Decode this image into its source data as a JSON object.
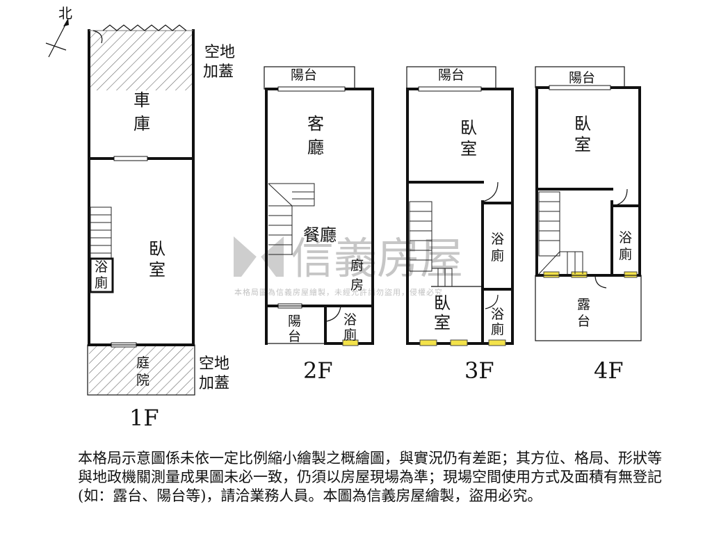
{
  "compass": {
    "north_label": "北"
  },
  "watermark": {
    "brand": "信義房屋",
    "subtext": "本格局圖為信義房屋繪製，未經允許請勿盜用，侵權必究"
  },
  "floor_1": {
    "floor_label": "1F",
    "garage_label_line1": "車",
    "garage_label_line2": "庫",
    "bedroom_label_line1": "臥",
    "bedroom_label_line2": "室",
    "bath_label_line1": "浴",
    "bath_label_line2": "廁",
    "courtyard_label_line1": "庭",
    "courtyard_label_line2": "院",
    "front_extension_line1": "空地",
    "front_extension_line2": "加蓋",
    "rear_extension_line1": "空地",
    "rear_extension_line2": "加蓋"
  },
  "floor_2": {
    "floor_label": "2F",
    "balcony_front": "陽台",
    "living_line1": "客",
    "living_line2": "廳",
    "dining": "餐廳",
    "kitchen_line1": "廚",
    "kitchen_line2": "房",
    "balcony_rear_line1": "陽",
    "balcony_rear_line2": "台",
    "bath_line1": "浴",
    "bath_line2": "廁"
  },
  "floor_3": {
    "floor_label": "3F",
    "balcony_front": "陽台",
    "bedroom_front_line1": "臥",
    "bedroom_front_line2": "室",
    "bath_upper_line1": "浴",
    "bath_upper_line2": "廁",
    "bedroom_rear_line1": "臥",
    "bedroom_rear_line2": "室",
    "bath_lower_line1": "浴",
    "bath_lower_line2": "廁"
  },
  "floor_4": {
    "floor_label": "4F",
    "balcony_front": "陽台",
    "bedroom_line1": "臥",
    "bedroom_line2": "室",
    "bath_line1": "浴",
    "bath_line2": "廁",
    "terrace_line1": "露",
    "terrace_line2": "台"
  },
  "disclaimer": "本格局示意圖係未依一定比例縮小繪製之概繪圖，與實況仍有差距；其方位、格局、形狀等與地政機關測量成果圖未必一致，仍須以房屋現場為準；現場空間使用方式及面積有無登記(如：露台、陽台等)，請洽業務人員。本圖為信義房屋繪製，盜用必究。"
}
